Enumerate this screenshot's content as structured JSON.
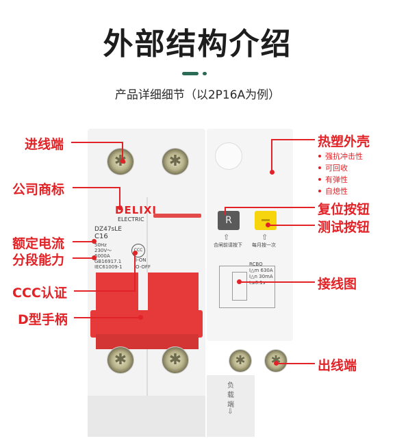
{
  "title": "外部结构介绍",
  "subtitle": "产品详细细节（以2P16A为例）",
  "labels": {
    "incoming": "进线端",
    "brand": "公司商标",
    "rated_current": "额定电流",
    "breaking_capacity": "分段能力",
    "ccc": "CCC认证",
    "handle": "D型手柄",
    "housing": "热塑外壳",
    "reset": "复位按钮",
    "test": "测试按钮",
    "wiring": "接线图",
    "outgoing": "出线端"
  },
  "housing_bullets": [
    "强抗冲击性",
    "可回收",
    "有弹性",
    "自熄性"
  ],
  "device": {
    "brand": "DELIXI",
    "brand_sub": "ELECTRIC",
    "model": "DZ47sLE",
    "rating": "C16",
    "specs": [
      "50Hz",
      "230V～",
      "6000A",
      "GB16917.1",
      "IEC61009-1"
    ],
    "reset_label": "R",
    "hint_left": "合闸前请按下",
    "hint_right": "每月按一次",
    "rcbo": [
      "RCBO",
      "I△m 630A",
      "I△n 30mA",
      "t≤0.1s"
    ],
    "on": "I-ON",
    "off": "O-OFF",
    "bottom_text": [
      "负",
      "载",
      "端",
      "⇩"
    ]
  },
  "colors": {
    "accent_red": "#e12226",
    "deco_green": "#2b6a55",
    "handle_red": "#e63a3a",
    "test_yellow": "#f6d50e"
  }
}
